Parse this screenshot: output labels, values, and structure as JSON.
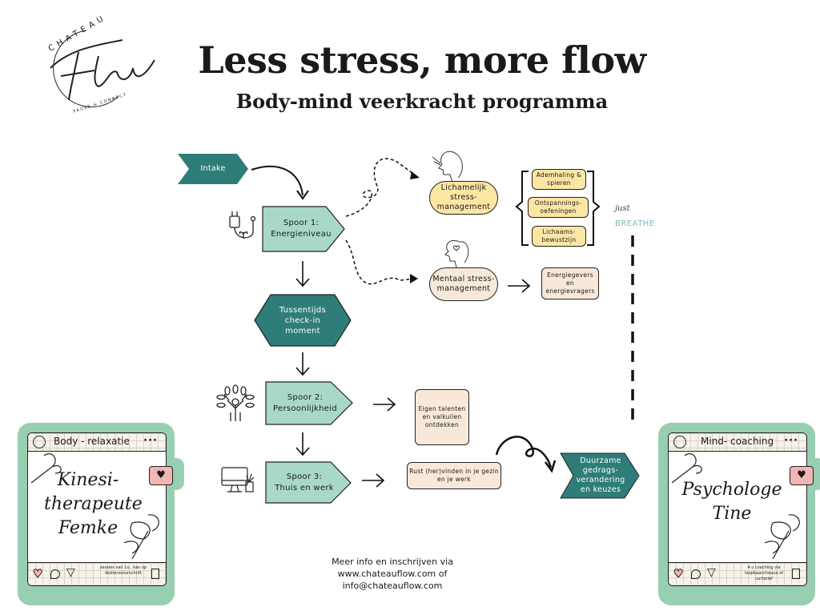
{
  "header": {
    "logo": {
      "brand_top": "CHATEAU",
      "brand_main": "Flow",
      "brand_tagline": "PAUSE & CONNECT"
    },
    "title": "Less stress, more flow",
    "subtitle": "Body-mind veerkracht programma"
  },
  "flow": {
    "intake": "Intake",
    "spoor1": {
      "line1": "Spoor 1:",
      "line2": "Energieniveau",
      "icon": "plug-plant-icon"
    },
    "lichamelijk": {
      "label": "Lichamelijk stress-management",
      "icon": "breathing-head-icon"
    },
    "lichamelijk_items": [
      "Ademhaling & spieren",
      "Ontspannings-oefeningen",
      "Lichaams-bewustzijn"
    ],
    "mentaal": {
      "label": "Mentaal stress-management",
      "icon": "heart-head-icon"
    },
    "mentaal_item": "Energiegevers en energievragers",
    "checkin": "Tussentijds check-in moment",
    "spoor2": {
      "line1": "Spoor 2:",
      "line2": "Persoonlijkheid",
      "icon": "tree-person-icon"
    },
    "spoor2_item": "Eigen talenten en valkuilen ontdekken",
    "spoor3": {
      "line1": "Spoor 3:",
      "line2": "Thuis en werk",
      "icon": "computer-plant-icon"
    },
    "spoor3_item": "Rust (her)vinden in je gezin en je werk",
    "result": "Duurzame gedrags-verandering en keuzes",
    "just_breathe": {
      "line1": "just",
      "line2": "BREATHE"
    }
  },
  "cards": [
    {
      "title": "Body - relaxatie",
      "script": [
        "Kinesi-",
        "therapeute",
        "Femke"
      ],
      "note": "sessies van 1u , kan op doktersvoorschrift"
    },
    {
      "title": "Mind- coaching",
      "script": [
        "Psychologe",
        "Tine"
      ],
      "note": "4 u coaching via loopbaancheque of uurtarief"
    }
  ],
  "contact": {
    "line1": "Meer info en inschrijven via",
    "line2": "www.chateauflow.com of",
    "line3": "info@chateauflow.com"
  },
  "colors": {
    "teal_dark": "#2e7d78",
    "teal_light": "#a8d8c8",
    "yellow": "#fbe6a4",
    "beige": "#f8e8da",
    "card_green": "#98cfb3",
    "pink": "#f2b5b5"
  }
}
